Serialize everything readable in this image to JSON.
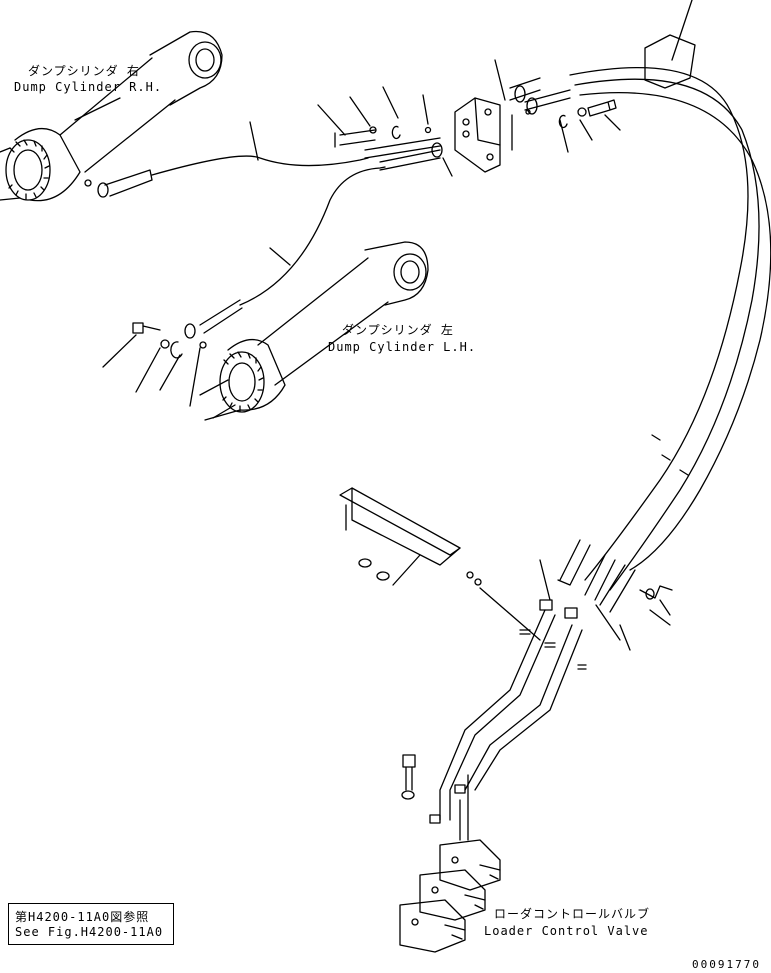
{
  "labels": {
    "dump_cylinder_rh_jp": "ダンプシリンダ 右",
    "dump_cylinder_rh_en": "Dump Cylinder R.H.",
    "dump_cylinder_lh_jp": "ダンプシリンダ 左",
    "dump_cylinder_lh_en": "Dump Cylinder L.H.",
    "loader_valve_jp": "ローダコントロールバルブ",
    "loader_valve_en": "Loader Control Valve"
  },
  "reference": {
    "jp": "第H4200-11A0図参照",
    "en": "See Fig.H4200-11A0"
  },
  "document_number": "00091770"
}
